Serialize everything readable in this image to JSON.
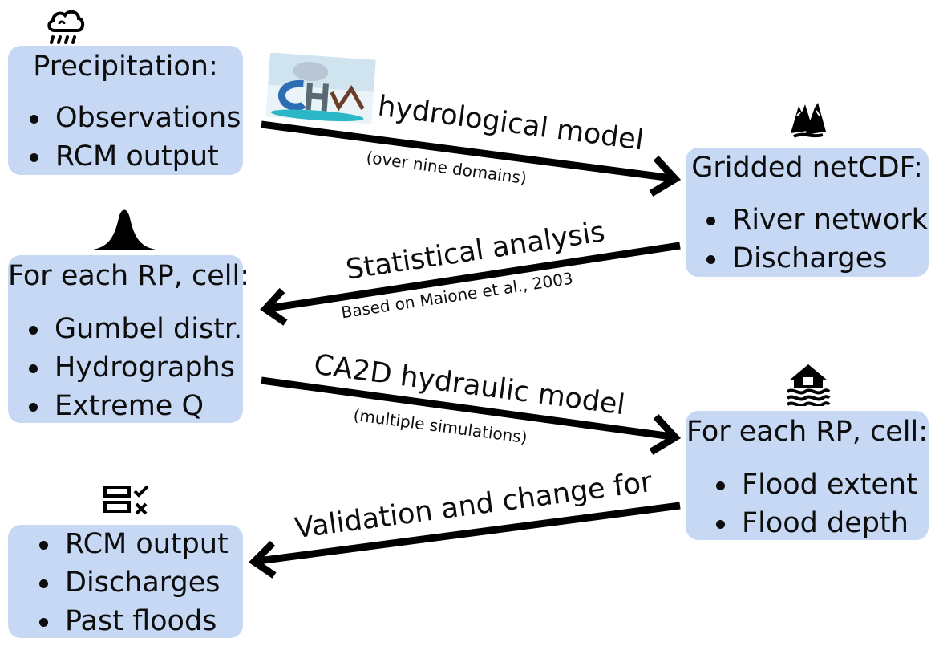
{
  "boxes": {
    "precipitation": {
      "title": "Precipitation:",
      "items": [
        "Observations",
        "RCM output"
      ]
    },
    "gridded": {
      "title": "Gridded netCDF:",
      "items": [
        "River network",
        "Discharges"
      ]
    },
    "rp_stats": {
      "title": "For each RP, cell:",
      "items": [
        "Gumbel distr.",
        "Hydrographs",
        "Extreme Q"
      ]
    },
    "rp_flood": {
      "title": "For each RP, cell:",
      "items": [
        "Flood extent",
        "Flood depth"
      ]
    },
    "validation": {
      "items": [
        "RCM output",
        "Discharges",
        "Past floods"
      ]
    }
  },
  "arrows": {
    "hydrological": {
      "label": "hydrological model",
      "sublabel": "(over nine domains)"
    },
    "statistical": {
      "label": "Statistical analysis",
      "sublabel": "Based on Maione et al., 2003"
    },
    "hydraulic": {
      "label": "CA2D hydraulic model",
      "sublabel": "(multiple simulations)"
    },
    "validation": {
      "label": "Validation and change for"
    }
  },
  "icons": [
    "rain-cloud-icon",
    "chym-logo",
    "mountain-river-icon",
    "bell-curve-icon",
    "flooded-house-icon",
    "checklist-icon"
  ]
}
